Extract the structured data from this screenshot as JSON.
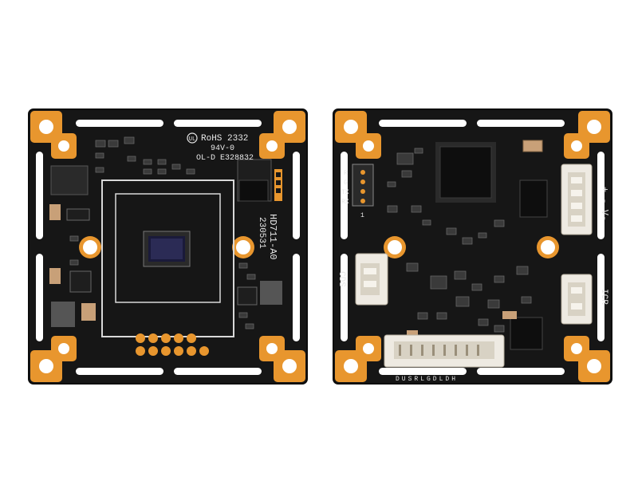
{
  "colors": {
    "background": "#ffffff",
    "board": "#161616",
    "board_edge": "#0c0c0c",
    "gold": "#e8962e",
    "silkscreen": "#e8e8e8",
    "component": "#1e1e1e",
    "connector": "#eeeae2"
  },
  "front_board": {
    "rohs_text": "RoHS 2332",
    "rating_text": "94V-0",
    "cert_text": "OL-D E328832",
    "model_text": "HD711-A0",
    "date_text": "230531",
    "icon": "ul-mark-icon"
  },
  "back_board": {
    "uart_labels": [
      "R",
      "G",
      "TX",
      "RX"
    ],
    "pin_one_label": "1",
    "cds_label": "CDS",
    "icr_label": "ICR",
    "power_label": "+ - V-",
    "bottom_connector_label": "DUSRLGDLDH"
  }
}
